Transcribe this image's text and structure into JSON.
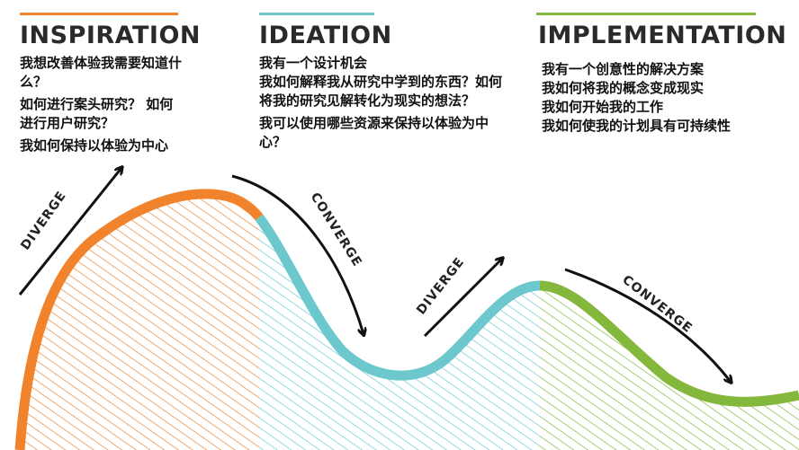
{
  "colors": {
    "inspiration": "#f0832b",
    "ideation": "#6cc8cc",
    "implementation": "#84b83d",
    "title": "#2a2a2a",
    "arrow": "#111111"
  },
  "phases": [
    {
      "title": "INSPIRATION",
      "lines": [
        "我想改善体验我需要知道什么？",
        "如何进行案头研究？ 如何进行用户研究？",
        "我如何保持以体验为中心"
      ]
    },
    {
      "title": "IDEATION",
      "lines": [
        "我有一个设计机会",
        "我如何解释我从研究中学到的东西？如何将我的研究见解转化为现实的想法？",
        "我可以使用哪些资源来保持以体验为中心？"
      ]
    },
    {
      "title": "IMPLEMENTATION",
      "lines": [
        "我有一个创意性的解决方案",
        "我如何将我的概念变成现实",
        "我如何开始我的工作",
        "我如何使我的计划具有可持续性"
      ]
    }
  ],
  "flow_labels": {
    "diverge_1": "DIVERGE",
    "converge_1": "CONVERGE",
    "diverge_2": "DIVERGE",
    "converge_2": "CONVERGE"
  },
  "icons": {
    "arrow": "arrow-icon"
  }
}
